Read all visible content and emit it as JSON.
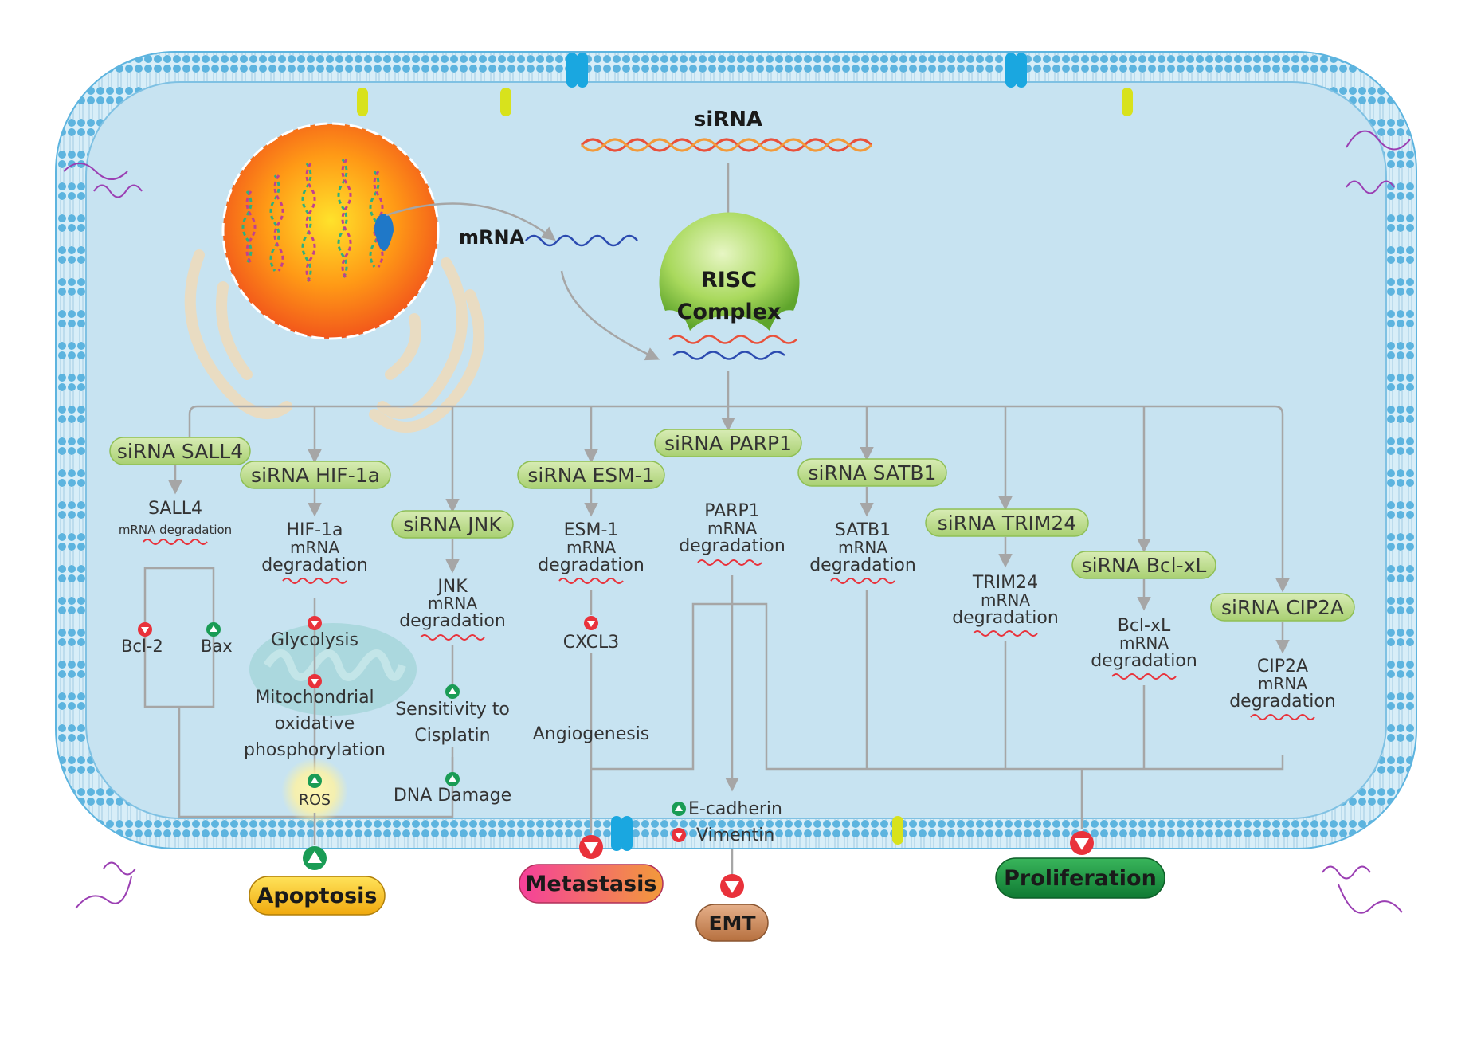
{
  "colors": {
    "cytoplasm": "#c7e3f1",
    "membrane": "#5fb7e0",
    "sirna_label_fill": "#b9d98a",
    "arrow": "#a6a6a6",
    "inhibit": "#e8323b",
    "activate": "#1a9c55",
    "apoptosis": "#f2c11b",
    "metastasis": "#ec3f6e",
    "emt": "#c9875a",
    "proliferation": "#1f9a46"
  },
  "top": {
    "sirna": "siRNA",
    "mrna": "mRNA",
    "risc_line1": "RISC",
    "risc_line2": "Complex"
  },
  "sirna_labels": {
    "sall4": "siRNA SALL4",
    "hif1a": "siRNA HIF-1a",
    "jnk": "siRNA JNK",
    "esm1": "siRNA ESM-1",
    "parp1": "siRNA PARP1",
    "satb1": "siRNA SATB1",
    "trim24": "siRNA TRIM24",
    "bclxl": "siRNA Bcl-xL",
    "cip2a": "siRNA CIP2A"
  },
  "genes": {
    "sall4": "SALL4",
    "hif1a": "HIF-1a",
    "jnk": "JNK",
    "esm1": "ESM-1",
    "parp1": "PARP1",
    "satb1": "SATB1",
    "trim24": "TRIM24",
    "bclxl": "Bcl-xL",
    "cip2a": "CIP2A"
  },
  "degradation": {
    "mrna": "mRNA",
    "degradation": "degradation",
    "small": "mRNA degradation"
  },
  "targets": {
    "bcl2": "Bcl-2",
    "bax": "Bax",
    "glycolysis": "Glycolysis",
    "mito_line1": "Mitochondrial",
    "mito_line2": "oxidative",
    "mito_line3": "phosphorylation",
    "ros": "ROS",
    "sens_line1": "Sensitivity to",
    "sens_line2": "Cisplatin",
    "dna": "DNA Damage",
    "cxcl3": "CXCL3",
    "angio": "Angiogenesis",
    "ecad": "E-cadherin",
    "vim": "Vimentin"
  },
  "outcomes": {
    "apoptosis": "Apoptosis",
    "metastasis": "Metastasis",
    "emt": "EMT",
    "proliferation": "Proliferation"
  }
}
